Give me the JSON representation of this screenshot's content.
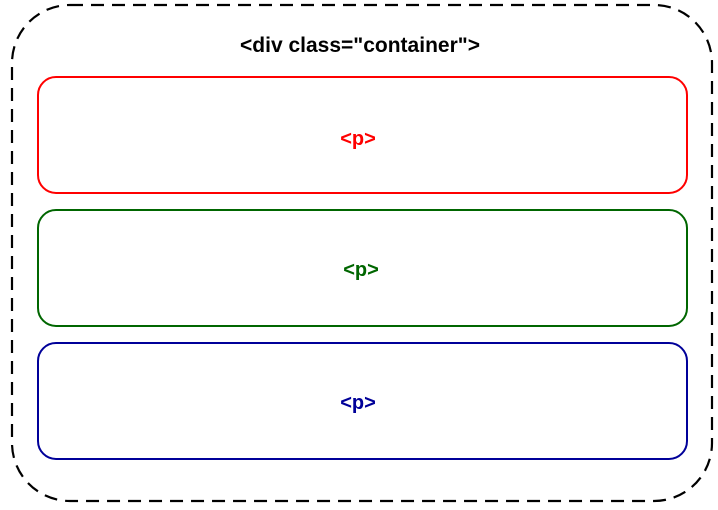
{
  "diagram": {
    "container": {
      "label": "<div class=\"container\">",
      "stroke": "#000000"
    },
    "children": [
      {
        "label": "<p>",
        "color": "#ff0000"
      },
      {
        "label": "<p>",
        "color": "#006600"
      },
      {
        "label": "<p>",
        "color": "#000099"
      }
    ]
  }
}
